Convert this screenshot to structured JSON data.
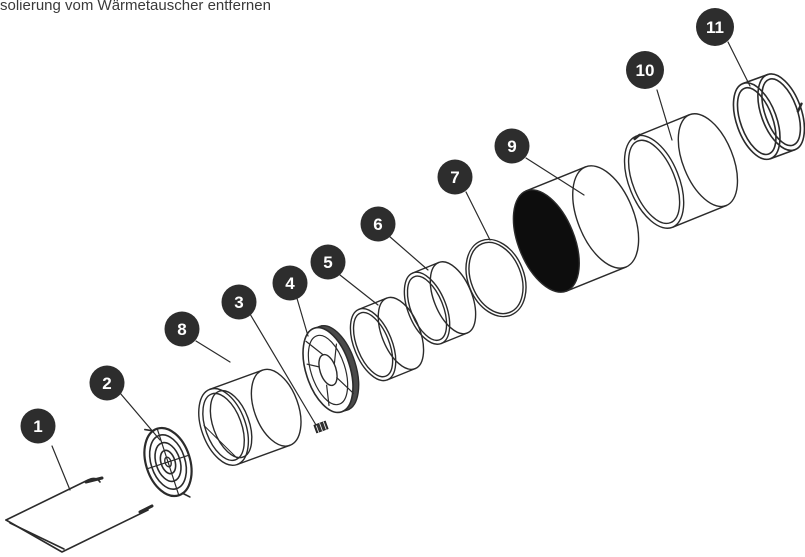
{
  "caption": "solierung vom Wärmetauscher entfernen",
  "callouts": [
    {
      "label": "1"
    },
    {
      "label": "2"
    },
    {
      "label": "3"
    },
    {
      "label": "4"
    },
    {
      "label": "5"
    },
    {
      "label": "6"
    },
    {
      "label": "7"
    },
    {
      "label": "8"
    },
    {
      "label": "9"
    },
    {
      "label": "10"
    },
    {
      "label": "11"
    }
  ],
  "colors": {
    "badge": "#2d2d2d",
    "line": "#2b2b2b"
  }
}
